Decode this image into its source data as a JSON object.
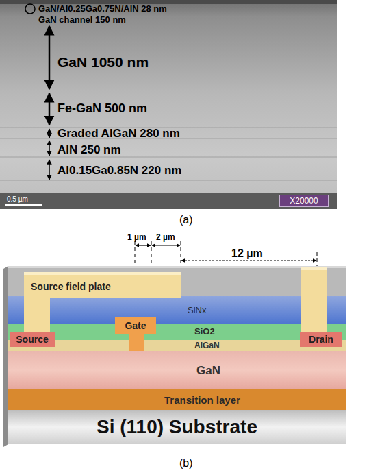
{
  "diagram": {
    "nodes": [
      {
        "text": [
          "X20000"
        ]
      },
      {
        "text": [
          "Source field plate"
        ]
      },
      {
        "text": [
          "SiNx"
        ]
      },
      {
        "text": [
          "Gate"
        ]
      },
      {
        "text": [
          "SiO2"
        ]
      },
      {
        "text": [
          "Source"
        ]
      },
      {
        "text": [
          "Drain"
        ]
      },
      {
        "text": [
          "AlGaN"
        ]
      },
      {
        "text": [
          "GaN"
        ]
      },
      {
        "text": [
          "Transition layer"
        ]
      },
      {
        "text": [
          "Si (110) Substrate"
        ]
      }
    ],
    "labels": [
      "GaN/Al0.25Ga0.75N/AlN 28 nm",
      "GaN channel 150 nm",
      "GaN 1050 nm",
      "Fe-GaN 500 nm",
      "Graded AlGaN 280 nm",
      "AlN 250 nm",
      "Al0.15Ga0.85N 220 nm",
      "0.5 µm",
      "(a)",
      "1 µm",
      "2 µm",
      "12 µm",
      "(b)"
    ]
  }
}
